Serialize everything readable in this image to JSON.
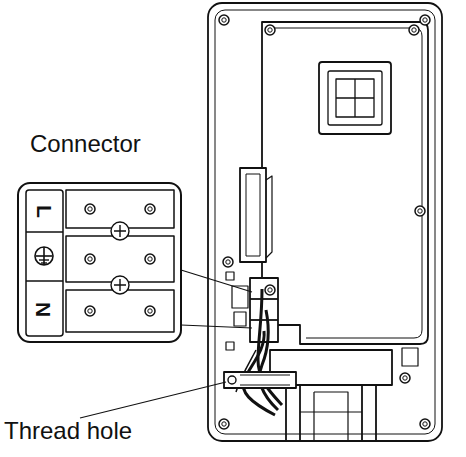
{
  "diagram": {
    "labels": [
      "Connector",
      "L",
      "N",
      "Thread hole"
    ]
  }
}
